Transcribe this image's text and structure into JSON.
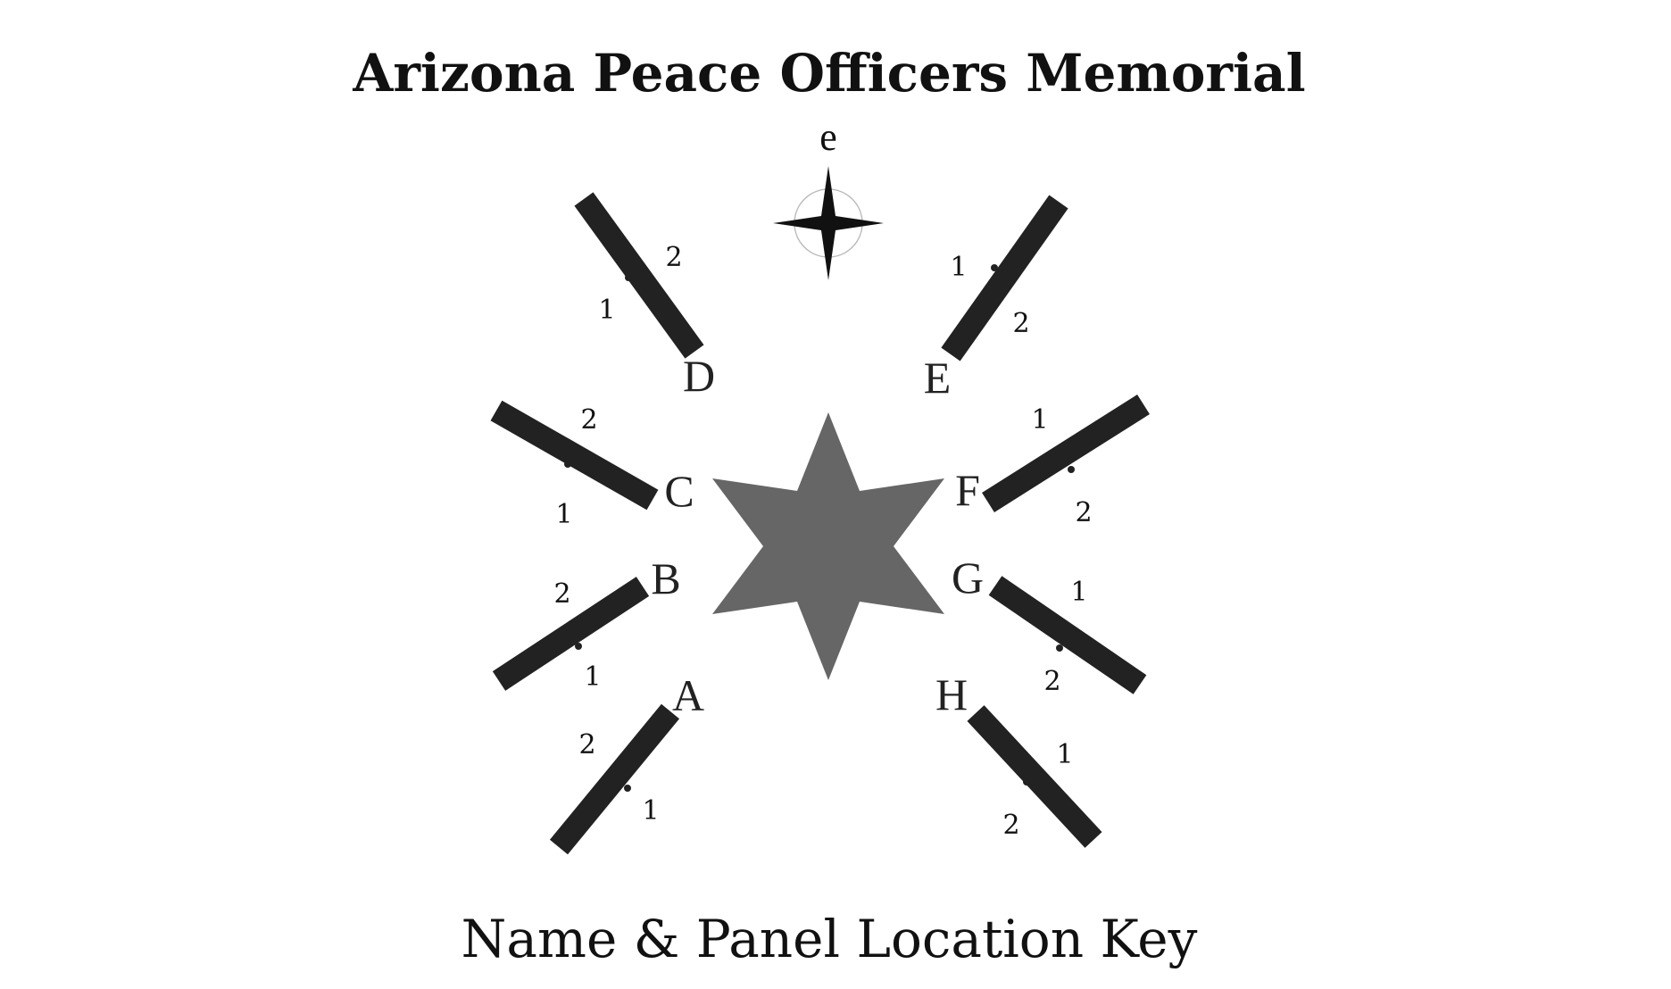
{
  "title": "Arizona Peace Officers Memorial",
  "subtitle": "Name & Panel Location Key",
  "compass": {
    "label": "e",
    "icon": "compass-rose-icon"
  },
  "center_emblem": {
    "icon": "six-pointed-star-icon",
    "color": "#666666"
  },
  "wall_color": "#222222",
  "walls": [
    {
      "letter": "A",
      "panel_1": "1",
      "panel_2": "2"
    },
    {
      "letter": "B",
      "panel_1": "1",
      "panel_2": "2"
    },
    {
      "letter": "C",
      "panel_1": "1",
      "panel_2": "2"
    },
    {
      "letter": "D",
      "panel_1": "1",
      "panel_2": "2"
    },
    {
      "letter": "E",
      "panel_1": "1",
      "panel_2": "2"
    },
    {
      "letter": "F",
      "panel_1": "1",
      "panel_2": "2"
    },
    {
      "letter": "G",
      "panel_1": "1",
      "panel_2": "2"
    },
    {
      "letter": "H",
      "panel_1": "1",
      "panel_2": "2"
    }
  ]
}
